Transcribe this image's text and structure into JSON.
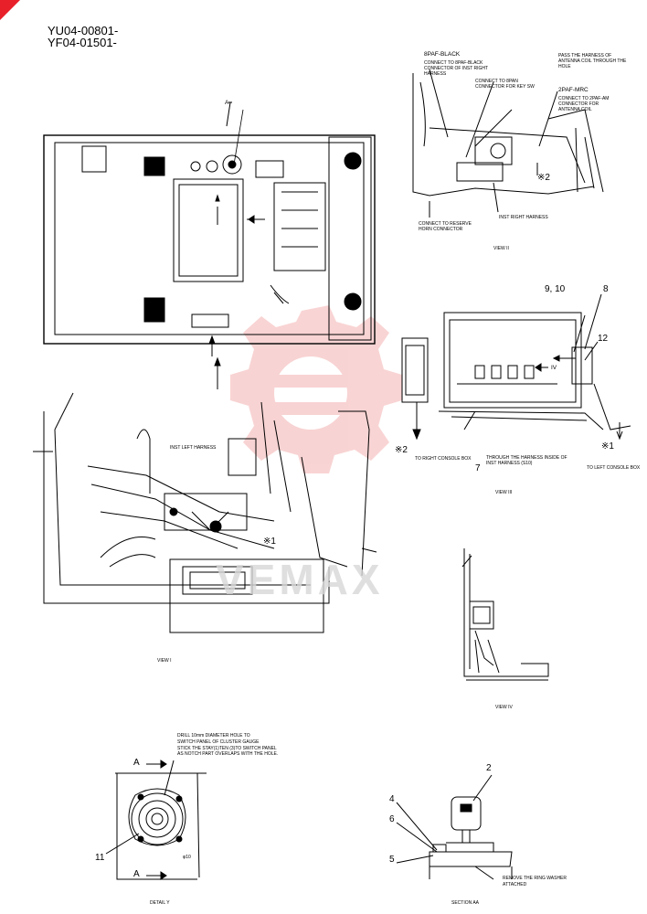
{
  "part_codes": [
    "YU04-00801-",
    "YF04-01501-"
  ],
  "view_1": {
    "callout_a": "A",
    "harness_label": "INST LEFT HARNESS",
    "ref_1": "※1",
    "caption": "VIEW I"
  },
  "view_2": {
    "label_8paf": "8PAF-BLACK",
    "note_8paf": "CONNECT TO 8PAF-BLACK CONNECTOR OF INST RIGHT HARNESS",
    "note_antenna_pass": "PASS THE HARNESS OF ANTENNA COIL THROUGH THE HOLE",
    "note_8pan": "CONNECT TO 8PAN CONNECTOR FOR KEY SW",
    "label_2paf": "2PAF-MRC",
    "note_2paf": "CONNECT TO 2PAF-AM CONNECTOR FOR ANTENNA COIL",
    "ref_2": "※2",
    "harness_label": "INST RIGHT HARNESS",
    "note_reserve": "CONNECT TO RESERVE HORN CONNECTOR",
    "caption": "VIEW II"
  },
  "view_3": {
    "num_9_10": "9, 10",
    "num_8": "8",
    "num_12": "12",
    "ref_iv": "IV",
    "ref_2": "※2",
    "ref_1": "※1",
    "to_right": "TO RIGHT CONSOLE BOX",
    "through_harness": "THROUGH THE HARNESS INSIDE OF INST HARNESS (S10)",
    "num_7": "7",
    "to_left": "TO LEFT CONSOLE BOX",
    "caption": "VIEW III"
  },
  "view_4": {
    "caption": "VIEW IV"
  },
  "detail": {
    "note": [
      "DRILL 10mm DIAMETER HOLE TO",
      "SWITCH PANEL OF CLUSTER GAUGE",
      "STICK THE STAY(1)TEN (3)TO SWITCH PANEL",
      "AS NOTCH PART OVERLAPS WITH THE HOLE."
    ],
    "section_top": "A",
    "section_bottom": "A",
    "num_11": "11",
    "phi_label": "φ10",
    "caption": "DETAIL Y"
  },
  "section_aa": {
    "num_2": "2",
    "num_4": "4",
    "num_6": "6",
    "num_5": "5",
    "note": [
      "REMOVE THE RING WASHER",
      "ATTACHED"
    ],
    "caption": "SECTION AA"
  },
  "colors": {
    "ink": "#000000",
    "watermark": "#f4b0b0",
    "corner_mark": "#e8202a",
    "watermark_text": "#d8d8d8"
  },
  "watermark_text": "VEMAX"
}
